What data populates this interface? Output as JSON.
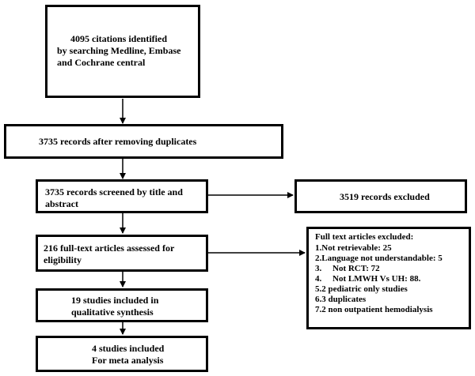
{
  "flow": {
    "identified": {
      "line1": "4095 citations identified",
      "line2": "by searching Medline, Embase",
      "line3": "and Cochrane central"
    },
    "after_duplicates": "3735 records after removing duplicates",
    "screened": {
      "line1": "3735 records screened by title and",
      "line2": "abstract"
    },
    "excluded_records": "3519 records excluded",
    "full_text": {
      "line1": "216 full-text articles assessed for",
      "line2": "eligibility"
    },
    "qualitative": {
      "line1": "19 studies included in",
      "line2": "qualitative synthesis"
    },
    "meta": {
      "line1": "4 studies included",
      "line2": "For meta analysis"
    },
    "full_text_excluded": {
      "title": "Full text articles excluded:",
      "reasons": [
        "1.Not retrievable: 25",
        "2.Language not understandable: 5",
        "3.     Not RCT: 72",
        "4.     Not LMWH Vs UH: 88.",
        "5.2 pediatric only studies",
        "6.3 duplicates",
        "7.2 non outpatient hemodialysis"
      ]
    }
  }
}
